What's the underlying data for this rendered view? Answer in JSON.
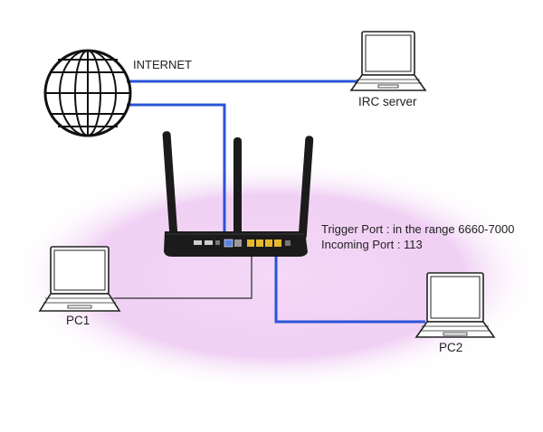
{
  "labels": {
    "internet": "INTERNET",
    "irc_server": "IRC server",
    "trigger_port": "Trigger Port :  in the range 6660-7000",
    "incoming_port": "Incoming Port : 113",
    "pc1": "PC1",
    "pc2": "PC2"
  },
  "icons": {
    "globe": "globe-icon",
    "router": "router-icon",
    "laptop": "laptop-icon"
  },
  "colors": {
    "wan_cable": "#2a54d6",
    "lan_cable": "#4a4a4a",
    "network_zone": "#ecc6f2",
    "router_body": "#1b1b1b",
    "lan_port": "#e6b830"
  }
}
